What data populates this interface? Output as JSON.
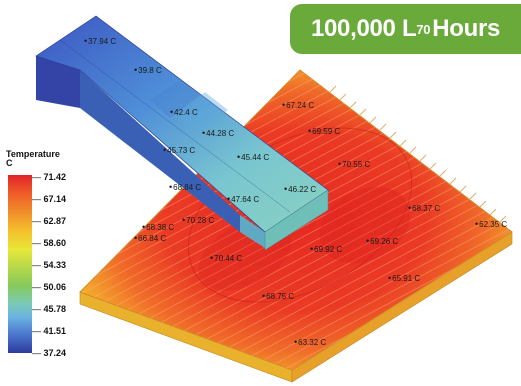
{
  "badge": {
    "prefix": "100,000 L",
    "subscript": "70",
    "suffix": " Hours",
    "color": "#6aaa3a"
  },
  "legend": {
    "title_line1": "Temperature",
    "title_line2": "C",
    "ticks": [
      "71.42",
      "67.14",
      "62.87",
      "58.60",
      "54.33",
      "50.06",
      "45.78",
      "41.51",
      "37.24"
    ]
  },
  "probes": [
    "37.94 C",
    "39.8 C",
    "42.4 C",
    "44.28 C",
    "45.73 C",
    "45.44 C",
    "67.24 C",
    "69.59 C",
    "70.55 C",
    "46.22 C",
    "68.84 C",
    "47.64 C",
    "68.37 C",
    "62.35 C",
    "70.28 C",
    "68.38 C",
    "66.84 C",
    "69.26 C",
    "69.92 C",
    "70.44 C",
    "65.91 C",
    "68.75 C",
    "63.32 C"
  ]
}
